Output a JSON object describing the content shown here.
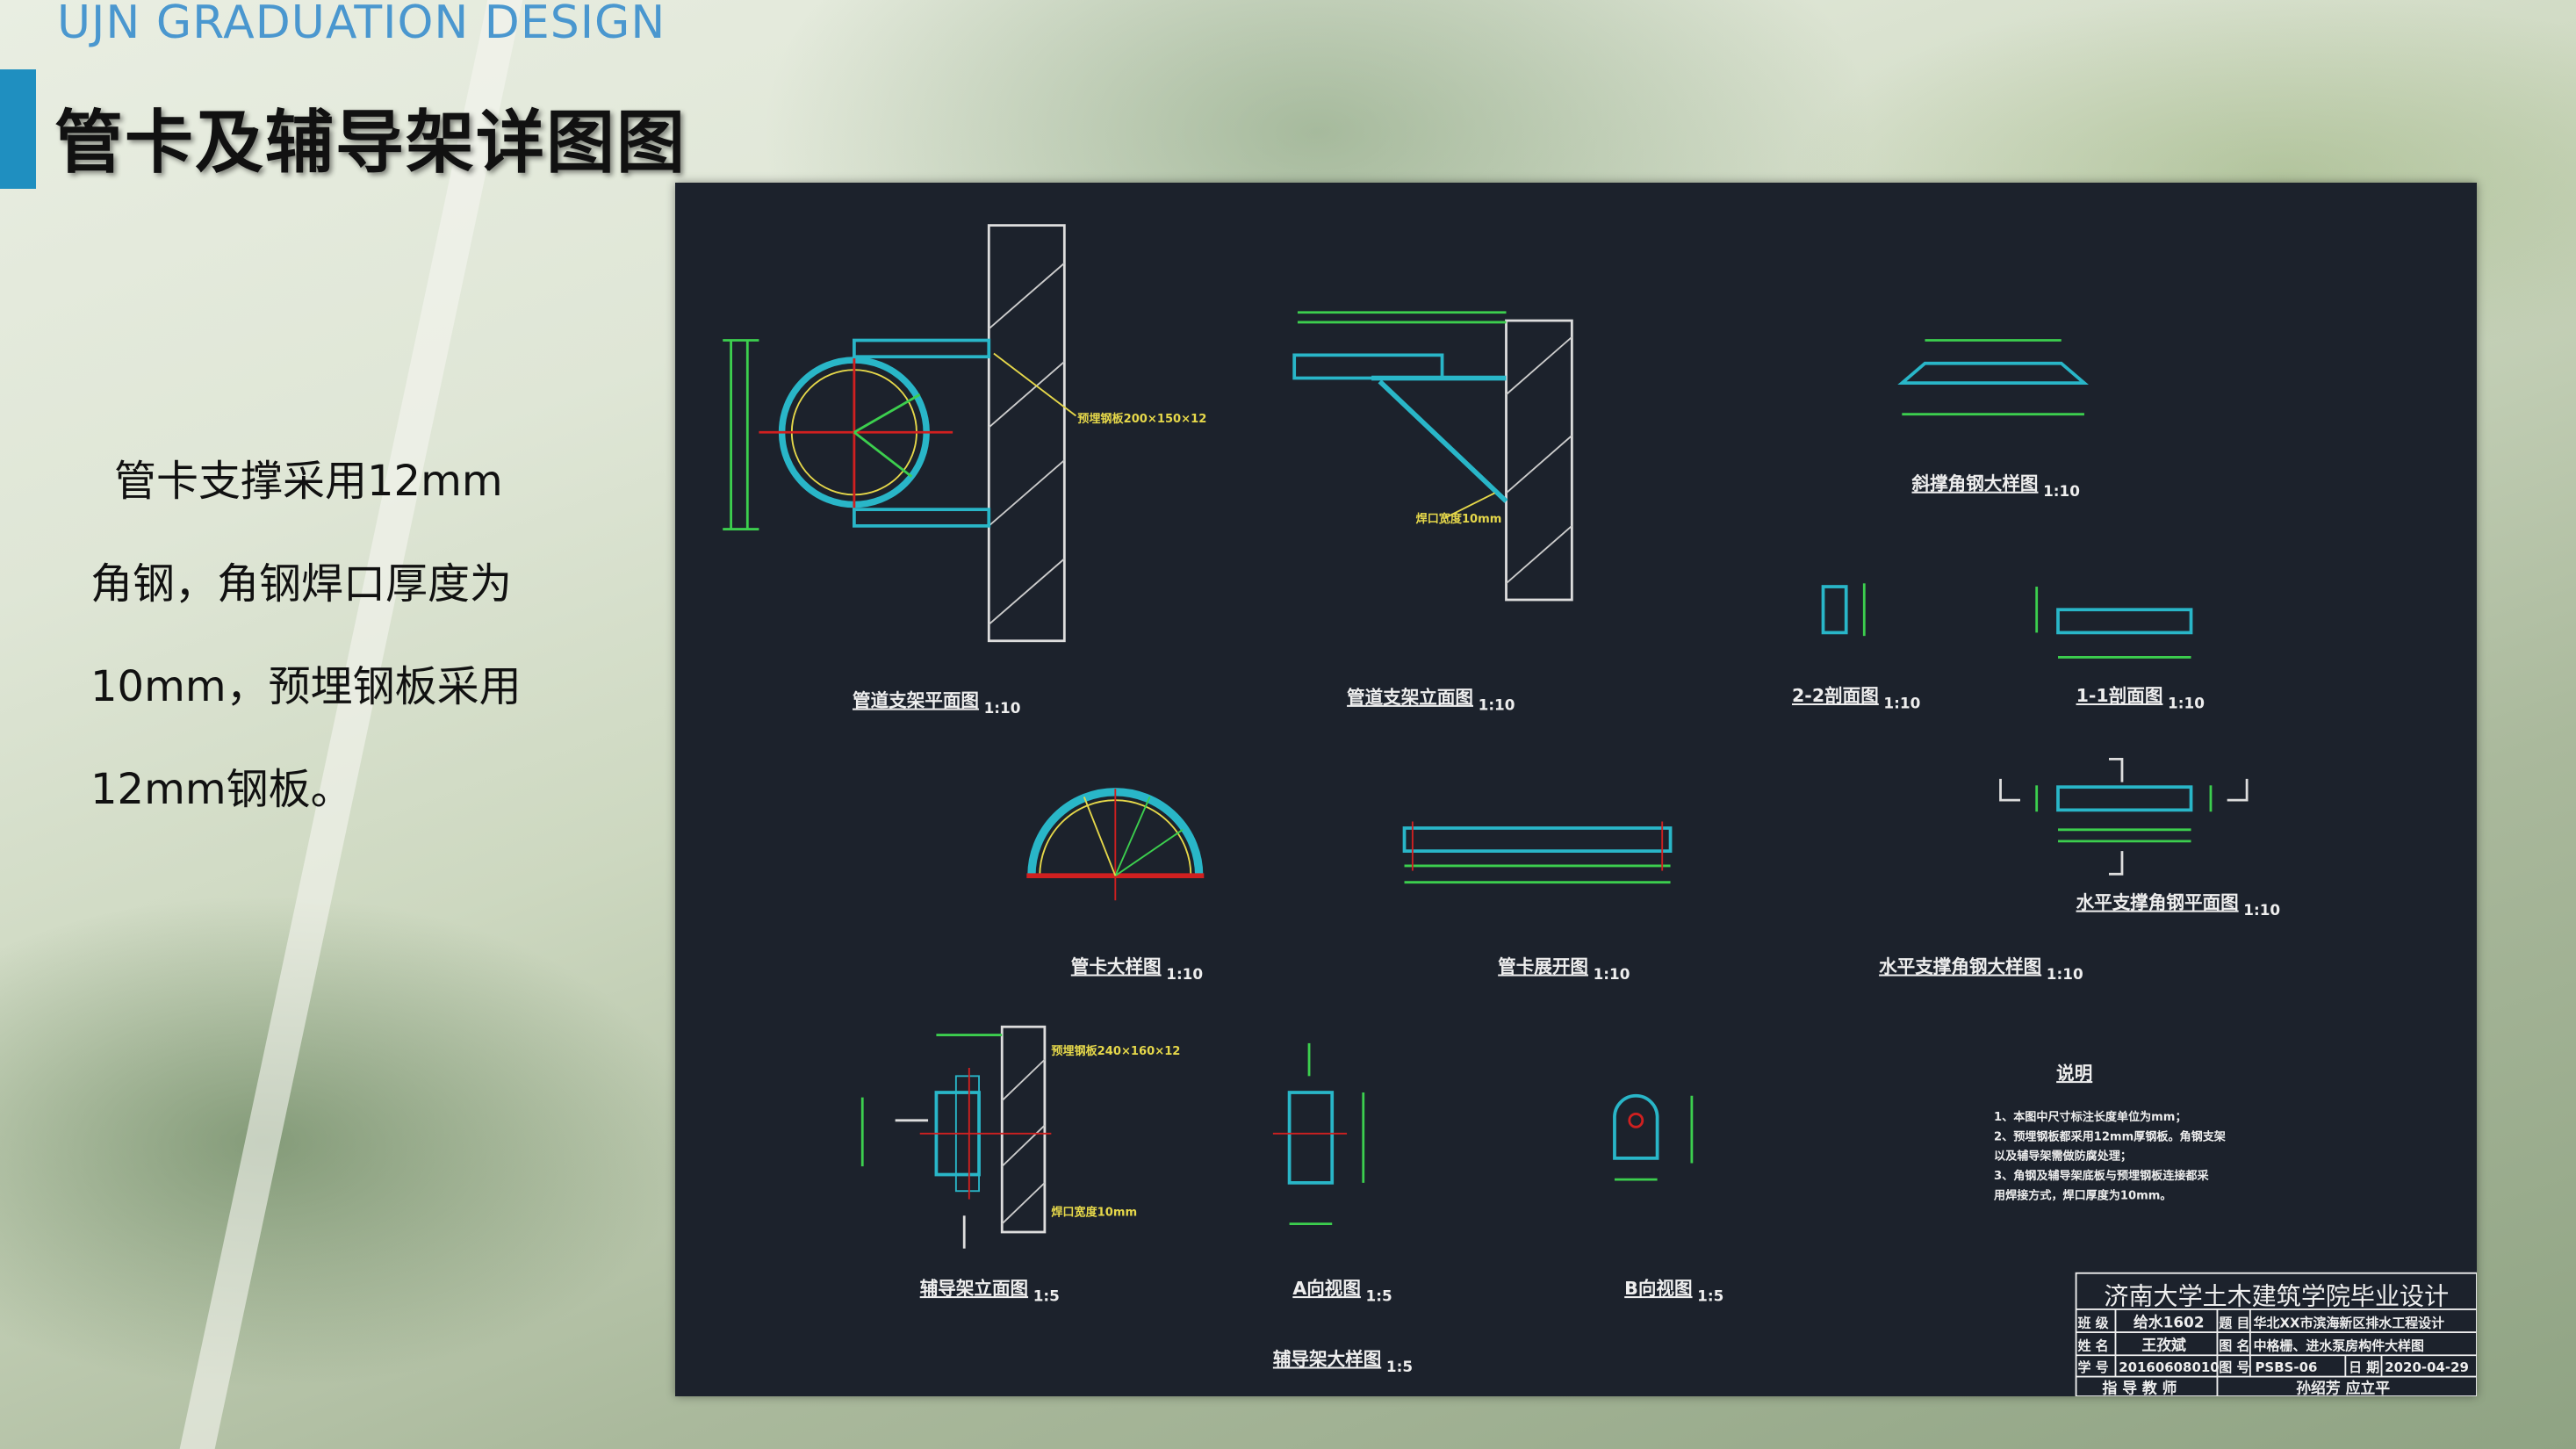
{
  "header": {
    "brand": "UJN GRADUATION DESIGN",
    "title": "管卡及辅导架详图图"
  },
  "body": {
    "lines": [
      "管卡支撑采用12mm",
      "角钢，角钢焊口厚度为",
      "10mm，预埋钢板采用",
      "12mm钢板。"
    ]
  },
  "drawing": {
    "labels": {
      "support_plan": "管道支架平面图",
      "support_plan_scale": "1:10",
      "support_elev": "管道支架立面图",
      "support_elev_scale": "1:10",
      "brace_detail": "斜撑角钢大样图",
      "brace_detail_scale": "1:10",
      "section22": "2-2剖面图",
      "section22_scale": "1:10",
      "section11": "1-1剖面图",
      "section11_scale": "1:10",
      "clamp_detail": "管卡大样图",
      "clamp_detail_scale": "1:10",
      "clamp_unfold": "管卡展开图",
      "clamp_unfold_scale": "1:10",
      "horiz_detail": "水平支撑角钢大样图",
      "horiz_detail_scale": "1:10",
      "horiz_plan": "水平支撑角钢平面图",
      "horiz_plan_scale": "1:10",
      "guide_elev": "辅导架立面图",
      "guide_elev_scale": "1:5",
      "view_a": "A向视图",
      "view_a_scale": "1:5",
      "view_b": "B向视图",
      "view_b_scale": "1:5",
      "guide_detail": "辅导架大样图",
      "guide_detail_scale": "1:5"
    },
    "annotations": {
      "plate1": "预埋钢板200×150×12",
      "weld1": "焊口宽度10mm",
      "plate2": "预埋钢板240×160×12",
      "weld2": "焊口宽度10mm"
    },
    "notes": {
      "title": "说明",
      "lines": [
        "1、本图中尺寸标注长度单位为mm；",
        "2、预埋钢板都采用12mm厚钢板。角钢支架",
        "以及辅导架需做防腐处理；",
        "3、角钢及辅导架底板与预埋钢板连接都采",
        "用焊接方式，焊口厚度为10mm。"
      ]
    },
    "title_block": {
      "school": "济南大学土木建筑学院毕业设计",
      "class_label": "班 级",
      "class_value": "给水1602",
      "topic_label": "题 目",
      "topic_value": "华北XX市滨海新区排水工程设计",
      "name_label": "姓 名",
      "name_value": "王孜斌",
      "drawing_label": "图 名",
      "drawing_value": "中格栅、进水泵房构件大样图",
      "id_label": "学 号",
      "id_value": "20160608010",
      "number_label": "图 号",
      "number_value": "PSBS-06",
      "date_label": "日 期",
      "date_value": "2020-04-29",
      "advisor_label": "指 导 教 师",
      "advisor_value": "孙绍芳 应立平"
    }
  }
}
